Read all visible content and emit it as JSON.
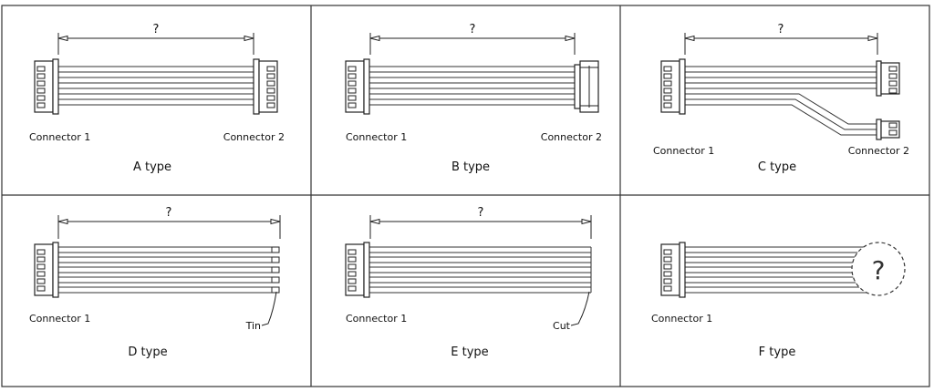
{
  "panels": [
    {
      "id": "A",
      "dimension": "?",
      "connector1": "Connector 1",
      "connector2": "Connector 2",
      "type_label": "A type"
    },
    {
      "id": "B",
      "dimension": "?",
      "connector1": "Connector 1",
      "connector2": "Connector 2",
      "type_label": "B type"
    },
    {
      "id": "C",
      "dimension": "?",
      "connector1": "Connector 1",
      "connector2": "Connector 2",
      "type_label": "C type"
    },
    {
      "id": "D",
      "dimension": "?",
      "connector1": "Connector 1",
      "end_label": "Tin",
      "type_label": "D type"
    },
    {
      "id": "E",
      "dimension": "?",
      "connector1": "Connector 1",
      "end_label": "Cut",
      "type_label": "E type"
    },
    {
      "id": "F",
      "connector1": "Connector 1",
      "end_symbol": "?",
      "type_label": "F type"
    }
  ],
  "colors": {
    "line": "#222222",
    "frame": "#333333",
    "background": "#ffffff"
  }
}
